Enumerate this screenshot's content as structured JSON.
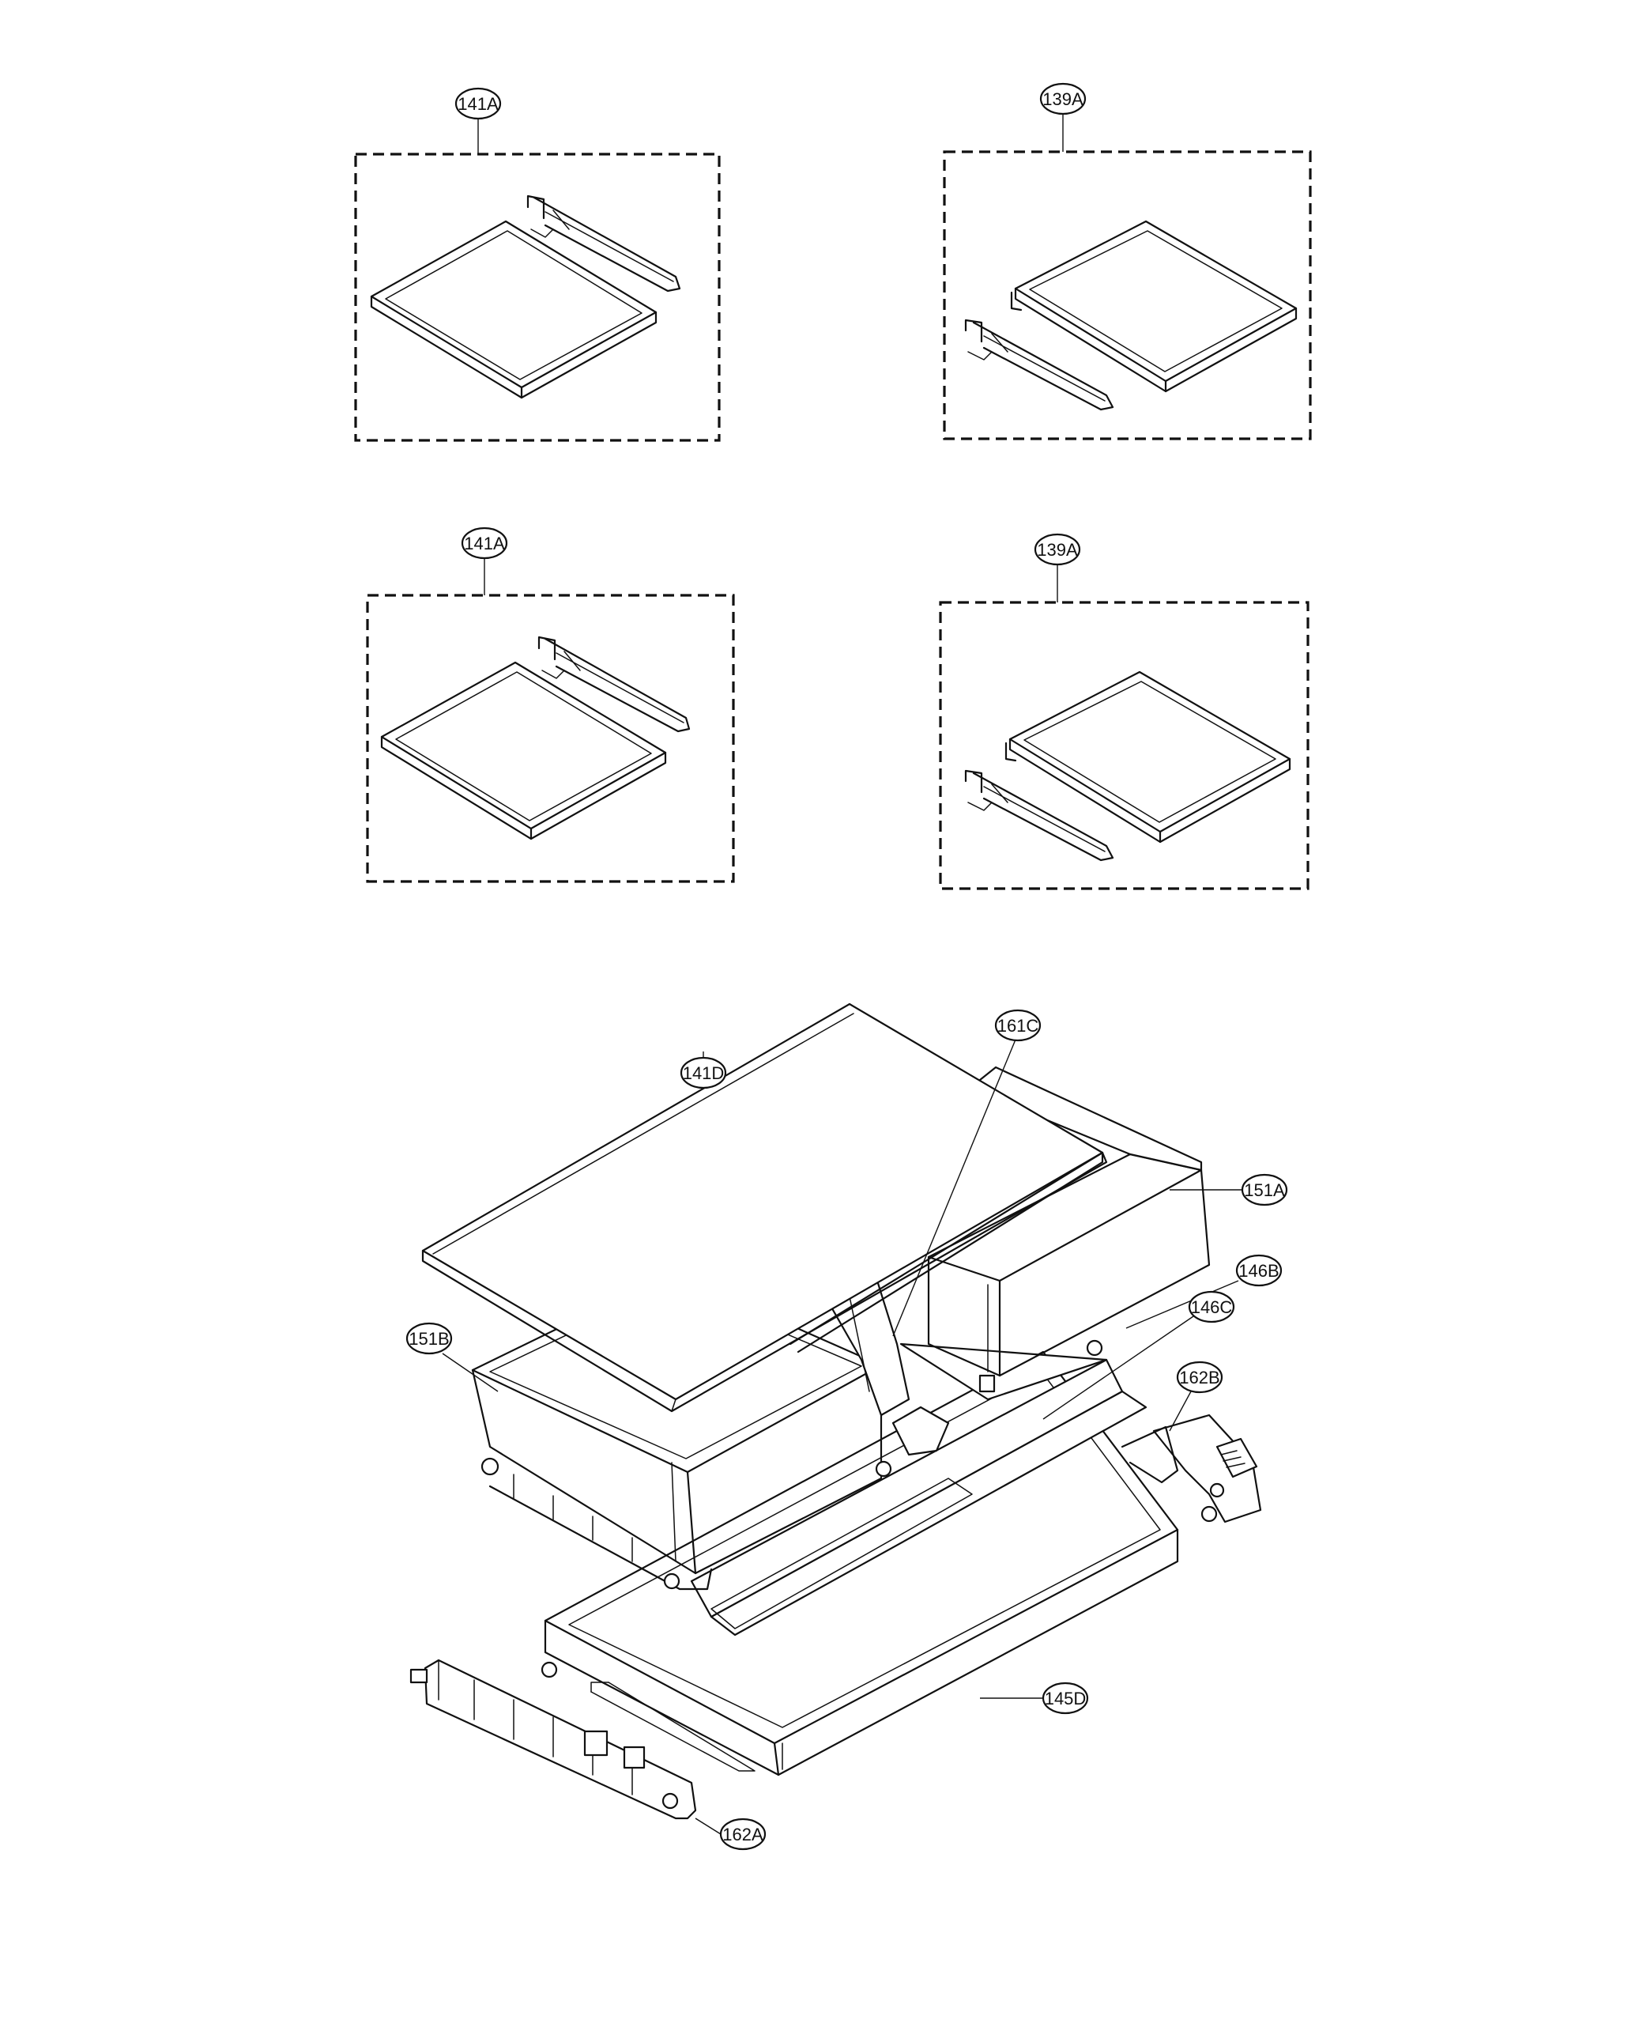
{
  "callouts": {
    "c141A_top": "141A",
    "c139A_top": "139A",
    "c141A_mid": "141A",
    "c139A_mid": "139A",
    "c141D": "141D",
    "c161C": "161C",
    "c151A": "151A",
    "c146B": "146B",
    "c146C": "146C",
    "c151B": "151B",
    "c162B": "162B",
    "c145D": "145D",
    "c162A": "162A"
  }
}
